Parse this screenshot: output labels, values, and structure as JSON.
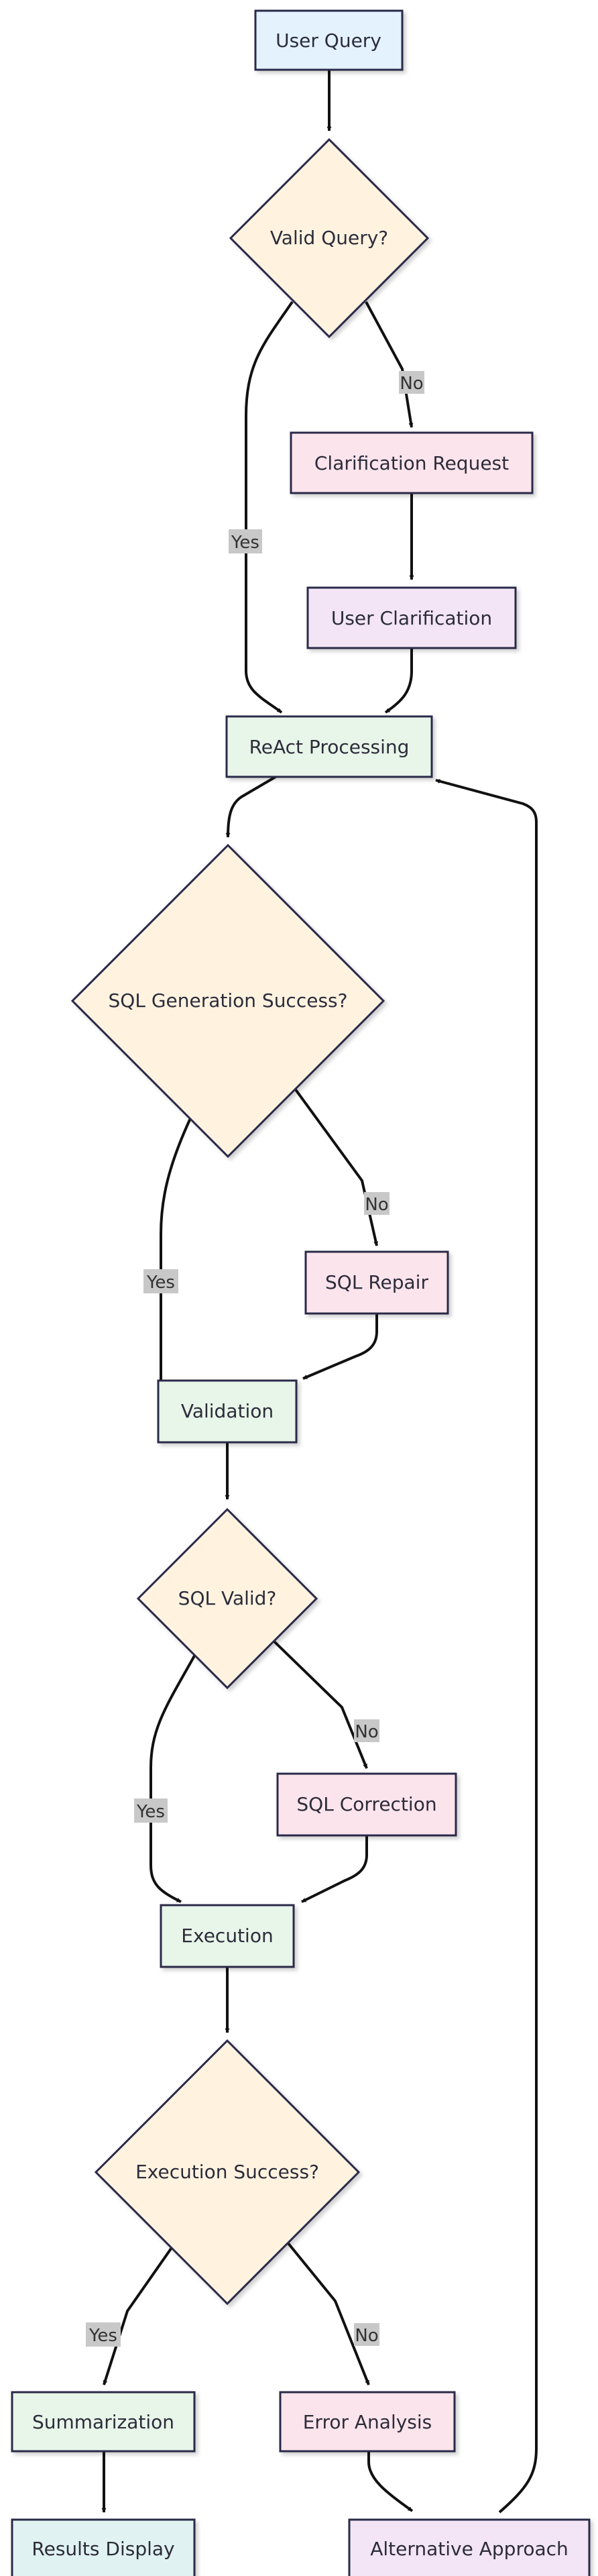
{
  "nodes": {
    "user_query": "User Query",
    "valid_query": "Valid Query?",
    "clarification_request": "Clarification Request",
    "user_clarification": "User Clarification",
    "react_processing": "ReAct Processing",
    "sql_generation_success": "SQL Generation Success?",
    "sql_repair": "SQL Repair",
    "validation": "Validation",
    "sql_valid": "SQL Valid?",
    "sql_correction": "SQL Correction",
    "execution": "Execution",
    "execution_success": "Execution Success?",
    "summarization": "Summarization",
    "error_analysis": "Error Analysis",
    "results_display": "Results Display",
    "alternative_approach": "Alternative Approach"
  },
  "edge_labels": {
    "valid_query_no": "No",
    "valid_query_yes": "Yes",
    "sql_generation_no": "No",
    "sql_generation_yes": "Yes",
    "sql_valid_no": "No",
    "sql_valid_yes": "Yes",
    "execution_yes": "Yes",
    "execution_no": "No"
  },
  "colors": {
    "blue_fill": "#e3f2fd",
    "decision_fill": "#fff3e0",
    "pink_fill": "#fce4ec",
    "purple_fill": "#f3e5f5",
    "green_fill": "#e8f5e9",
    "teal_fill": "#e0f2f1",
    "stroke": "#2a2a4a",
    "edge": "#111111",
    "label_bg": "#c8c8c8"
  }
}
